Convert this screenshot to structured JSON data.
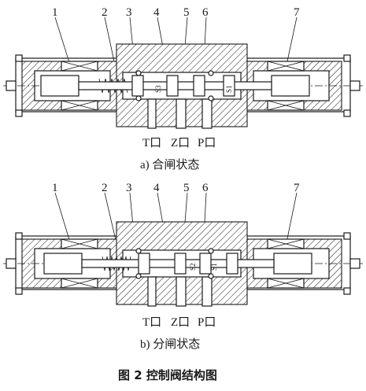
{
  "part_numbers": [
    "1",
    "2",
    "3",
    "4",
    "5",
    "6",
    "7"
  ],
  "spool_labels": [
    "S3",
    "S1",
    "S2",
    "S1"
  ],
  "ports": [
    "T口",
    "Z口",
    "P口"
  ],
  "captions": {
    "closing": "a) 合闸状态",
    "opening": "b) 分闸状态",
    "figure": "图 2 控制阀结构图"
  }
}
